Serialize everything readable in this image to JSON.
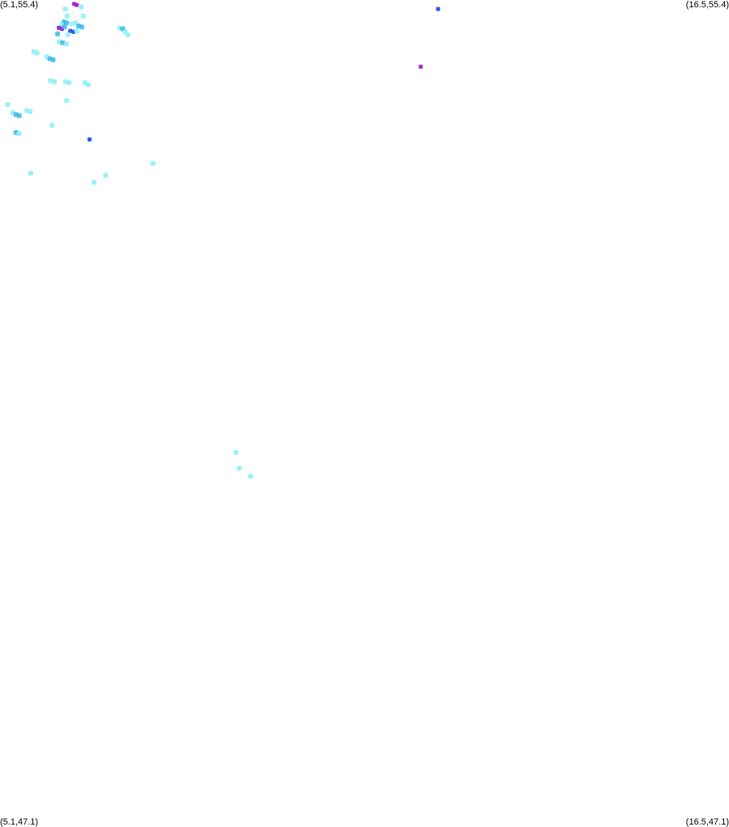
{
  "corners": {
    "top_left": "(5.1,55.4)",
    "top_right": "(16.5,55.4)",
    "bottom_left": "(5.1,47.1)",
    "bottom_right": "(16.5,47.1)"
  },
  "bounds": {
    "lon_min": 5.1,
    "lon_max": 16.5,
    "lat_min": 47.1,
    "lat_max": 55.4
  },
  "colors": {
    "low": "#8ff0f8",
    "mid": "#38b8e8",
    "high": "#2050e8",
    "peak": "#a020d0",
    "background": "#ffffff"
  },
  "points": [
    {
      "lon": 6.12,
      "lat": 55.31,
      "level": "low"
    },
    {
      "lon": 6.26,
      "lat": 55.36,
      "level": "peak"
    },
    {
      "lon": 6.3,
      "lat": 55.35,
      "level": "peak"
    },
    {
      "lon": 6.37,
      "lat": 55.33,
      "level": "low"
    },
    {
      "lon": 6.15,
      "lat": 55.24,
      "level": "low"
    },
    {
      "lon": 6.4,
      "lat": 55.24,
      "level": "low"
    },
    {
      "lon": 6.1,
      "lat": 55.18,
      "level": "mid"
    },
    {
      "lon": 6.14,
      "lat": 55.17,
      "level": "mid"
    },
    {
      "lon": 6.22,
      "lat": 55.16,
      "level": "low"
    },
    {
      "lon": 6.28,
      "lat": 55.17,
      "level": "low"
    },
    {
      "lon": 6.06,
      "lat": 55.15,
      "level": "low"
    },
    {
      "lon": 6.02,
      "lat": 55.12,
      "level": "peak"
    },
    {
      "lon": 6.07,
      "lat": 55.11,
      "level": "peak"
    },
    {
      "lon": 6.11,
      "lat": 55.13,
      "level": "mid"
    },
    {
      "lon": 6.33,
      "lat": 55.14,
      "level": "mid"
    },
    {
      "lon": 6.38,
      "lat": 55.13,
      "level": "mid"
    },
    {
      "lon": 6.2,
      "lat": 55.09,
      "level": "high"
    },
    {
      "lon": 6.25,
      "lat": 55.08,
      "level": "high"
    },
    {
      "lon": 6.3,
      "lat": 55.09,
      "level": "low"
    },
    {
      "lon": 6.0,
      "lat": 55.06,
      "level": "mid"
    },
    {
      "lon": 6.16,
      "lat": 55.05,
      "level": "low"
    },
    {
      "lon": 6.03,
      "lat": 54.98,
      "level": "low"
    },
    {
      "lon": 6.08,
      "lat": 54.97,
      "level": "mid"
    },
    {
      "lon": 6.14,
      "lat": 54.96,
      "level": "low"
    },
    {
      "lon": 6.97,
      "lat": 55.12,
      "level": "low"
    },
    {
      "lon": 7.02,
      "lat": 55.11,
      "level": "mid"
    },
    {
      "lon": 7.06,
      "lat": 55.08,
      "level": "low"
    },
    {
      "lon": 7.1,
      "lat": 55.05,
      "level": "low"
    },
    {
      "lon": 5.63,
      "lat": 54.88,
      "level": "low"
    },
    {
      "lon": 5.68,
      "lat": 54.87,
      "level": "low"
    },
    {
      "lon": 5.83,
      "lat": 54.83,
      "level": "low"
    },
    {
      "lon": 5.88,
      "lat": 54.81,
      "level": "mid"
    },
    {
      "lon": 5.93,
      "lat": 54.8,
      "level": "mid"
    },
    {
      "lon": 5.89,
      "lat": 54.59,
      "level": "low"
    },
    {
      "lon": 5.95,
      "lat": 54.58,
      "level": "low"
    },
    {
      "lon": 6.13,
      "lat": 54.58,
      "level": "low"
    },
    {
      "lon": 6.18,
      "lat": 54.57,
      "level": "low"
    },
    {
      "lon": 6.43,
      "lat": 54.57,
      "level": "low"
    },
    {
      "lon": 6.48,
      "lat": 54.55,
      "level": "low"
    },
    {
      "lon": 6.14,
      "lat": 54.39,
      "level": "low"
    },
    {
      "lon": 5.22,
      "lat": 54.35,
      "level": "low"
    },
    {
      "lon": 5.3,
      "lat": 54.27,
      "level": "low"
    },
    {
      "lon": 5.35,
      "lat": 54.25,
      "level": "mid"
    },
    {
      "lon": 5.4,
      "lat": 54.24,
      "level": "mid"
    },
    {
      "lon": 5.52,
      "lat": 54.29,
      "level": "low"
    },
    {
      "lon": 5.57,
      "lat": 54.28,
      "level": "low"
    },
    {
      "lon": 5.91,
      "lat": 54.14,
      "level": "low"
    },
    {
      "lon": 5.35,
      "lat": 54.07,
      "level": "mid"
    },
    {
      "lon": 5.4,
      "lat": 54.06,
      "level": "low"
    },
    {
      "lon": 6.5,
      "lat": 54.0,
      "level": "high"
    },
    {
      "lon": 7.49,
      "lat": 53.76,
      "level": "low"
    },
    {
      "lon": 5.58,
      "lat": 53.66,
      "level": "low"
    },
    {
      "lon": 6.75,
      "lat": 53.64,
      "level": "low"
    },
    {
      "lon": 6.57,
      "lat": 53.57,
      "level": "low"
    },
    {
      "lon": 8.79,
      "lat": 50.86,
      "level": "low"
    },
    {
      "lon": 8.84,
      "lat": 50.7,
      "level": "low"
    },
    {
      "lon": 9.02,
      "lat": 50.62,
      "level": "low"
    },
    {
      "lon": 11.95,
      "lat": 55.31,
      "level": "high"
    },
    {
      "lon": 11.68,
      "lat": 54.73,
      "level": "peak"
    }
  ]
}
